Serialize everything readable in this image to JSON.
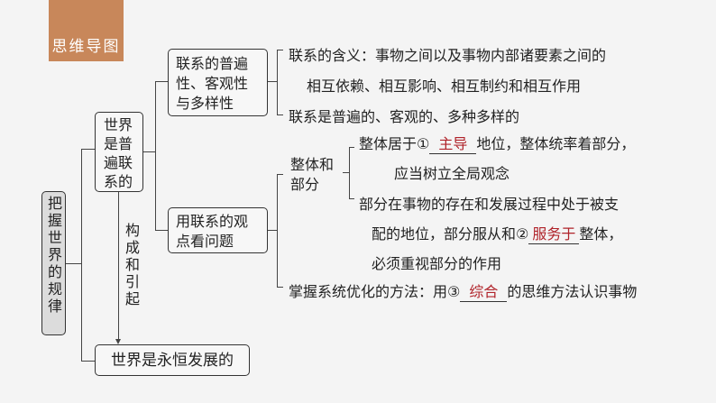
{
  "header": {
    "label": "思维导图",
    "color": "#c8875a"
  },
  "root": {
    "label": "把握世界的规律"
  },
  "branch1": {
    "label": "世界是普遍联系的"
  },
  "branch2": {
    "label": "世界是永恒发展的"
  },
  "arrow_label": "构成和引起",
  "node_a": {
    "label": "联系的普遍性、客观性与多样性",
    "lines": [
      "联系的含义：事物之间以及事物内部诸要素之间的",
      "相互依赖、相互影响、相互制约和相互作用",
      "联系是普遍的、客观的、多种多样的"
    ]
  },
  "node_b": {
    "label": "用联系的观点看问题",
    "sub": {
      "label": "整体和部分",
      "l1_pre": "整体居于①",
      "l1_ans": "主导",
      "l1_post": "地位，整体统率着部分，",
      "l2": "应当树立全局观念",
      "l3": "部分在事物的存在和发展过程中处于被支",
      "l4_pre": "配的地位，部分服从和②",
      "l4_ans": "服务于",
      "l4_post": "整体，",
      "l5": "必须重视部分的作用"
    },
    "method_pre": "掌握系统优化的方法：用③",
    "method_ans": "综合",
    "method_post": "的思维方法认识事物"
  },
  "answer_color": "#b0232a"
}
